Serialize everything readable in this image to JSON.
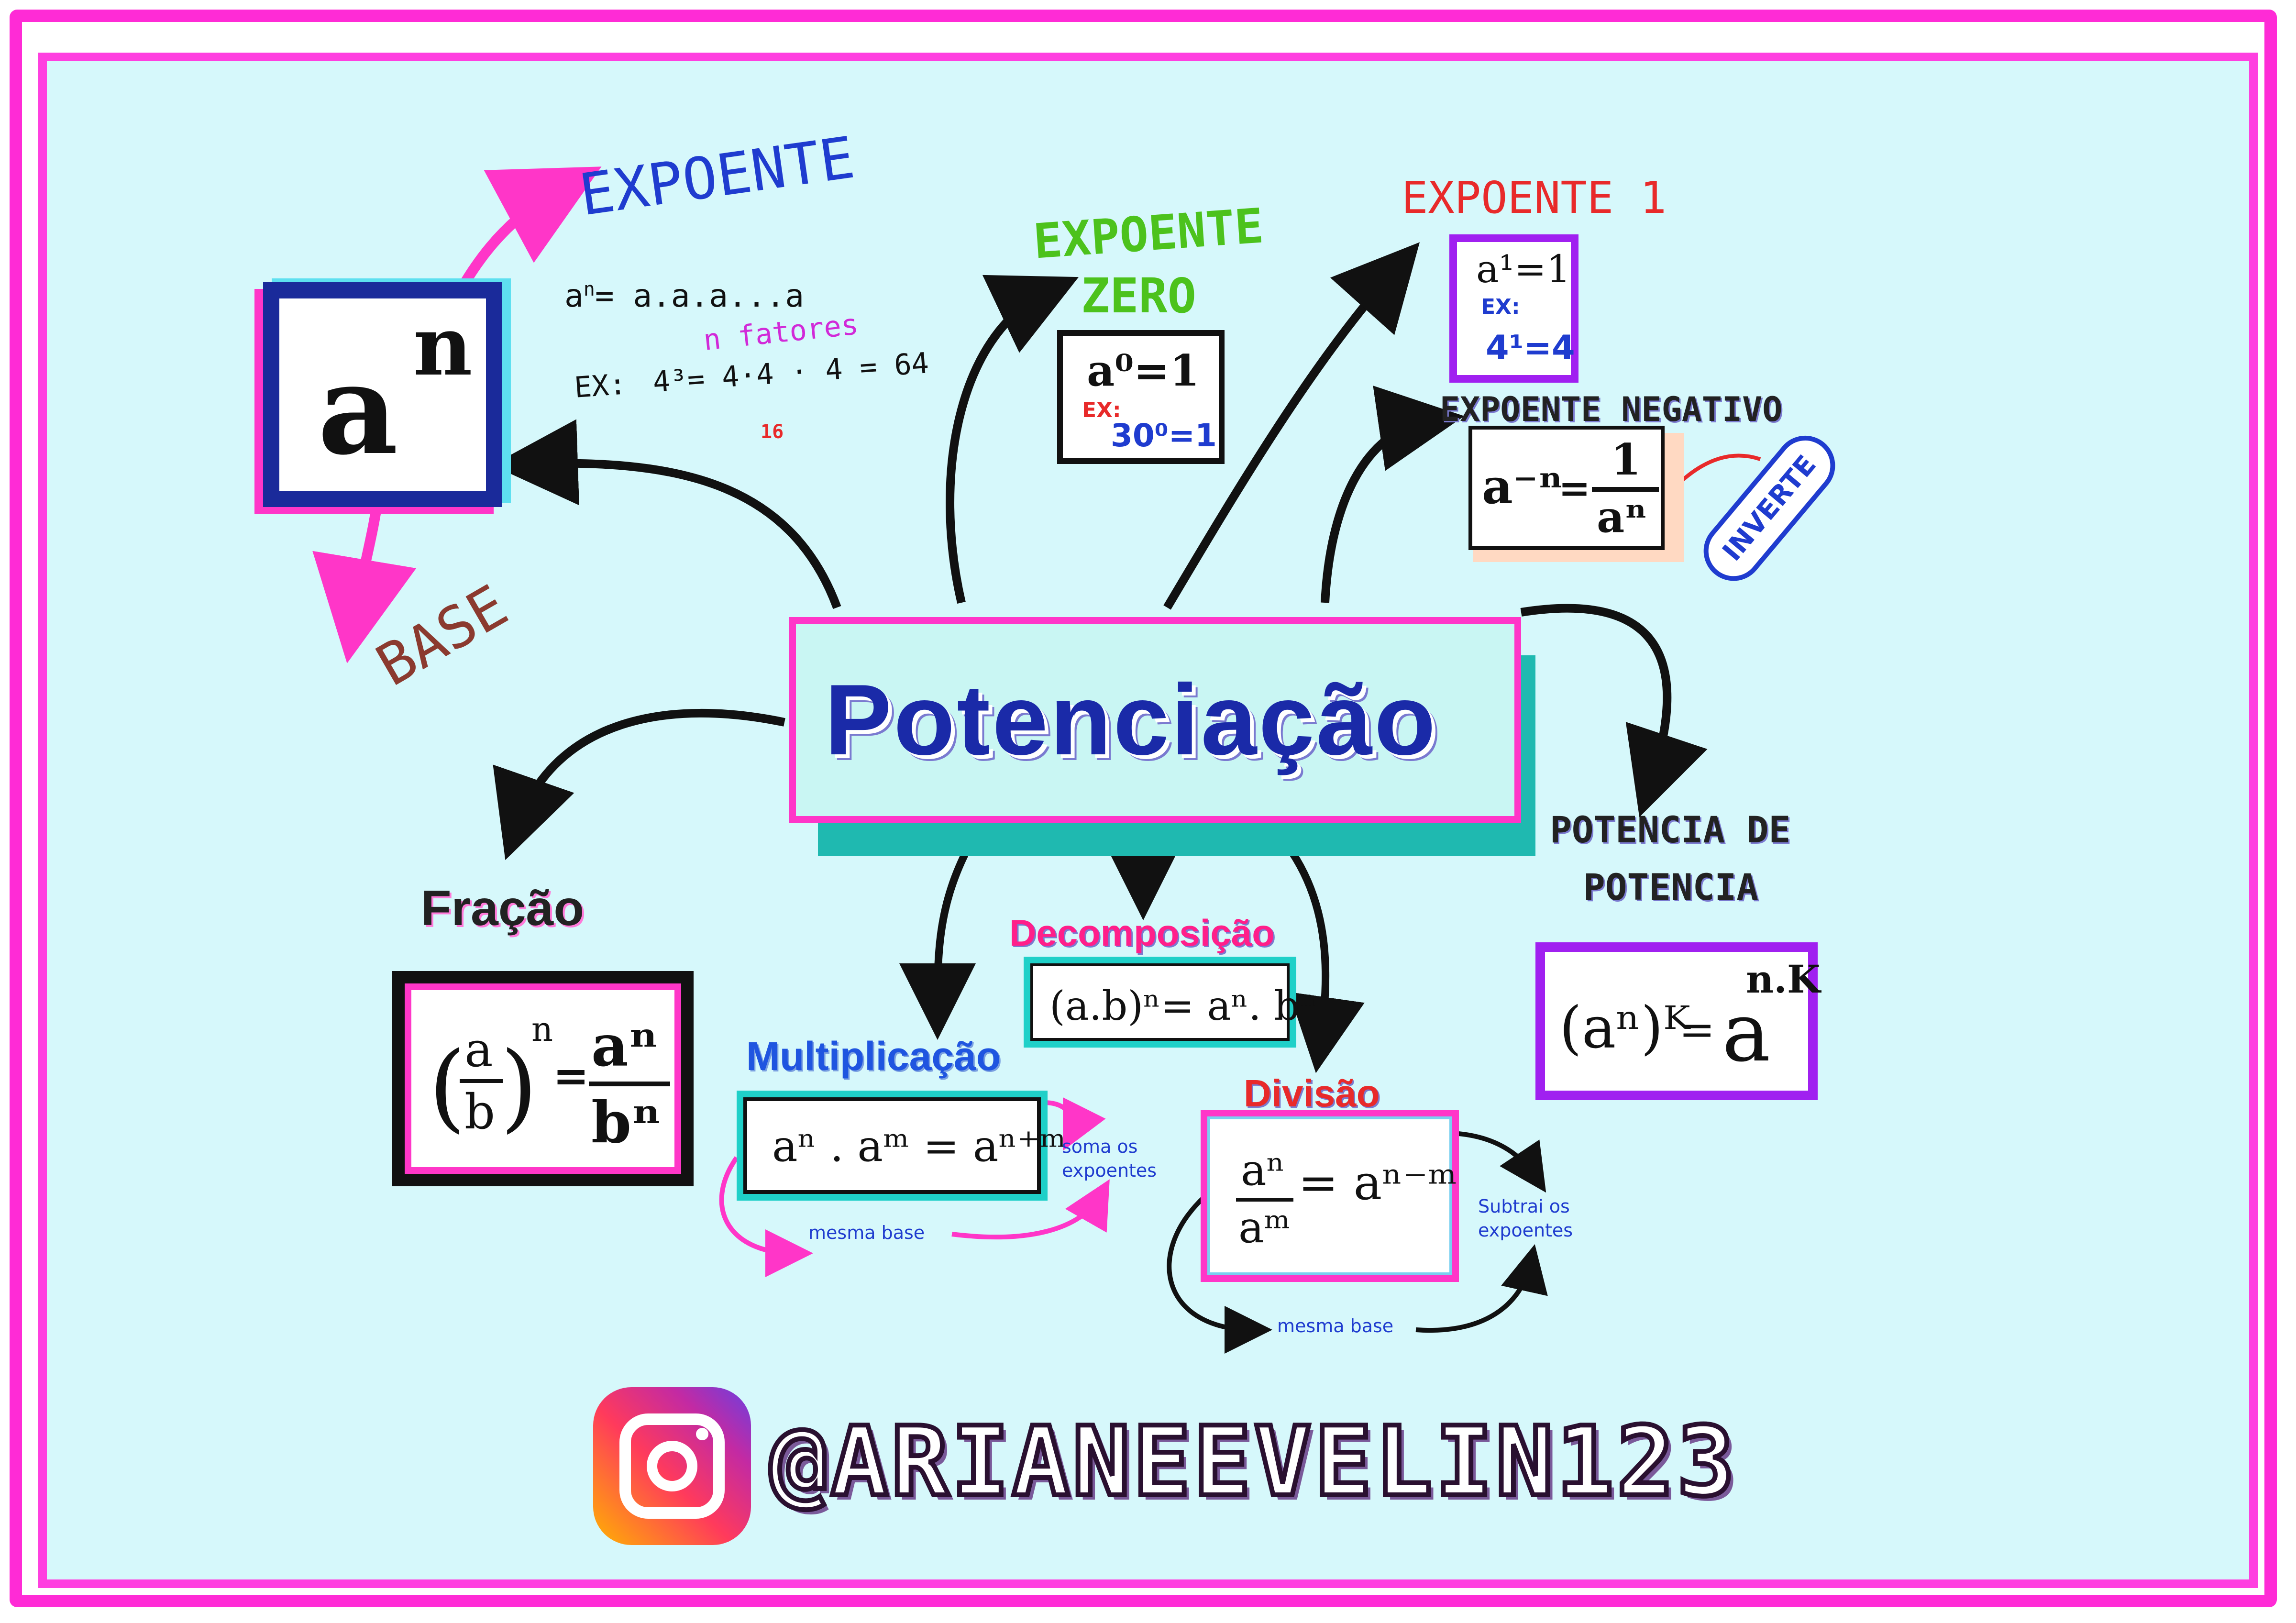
{
  "title": "Potenciação",
  "basic_notation": {
    "base_letter": "a",
    "exponent_letter": "n",
    "exponent_label": "EXPOENTE",
    "base_label": "BASE",
    "definition_lhs": "a",
    "definition_lhs_exp": "n",
    "definition_rhs": "= a.a.a...a",
    "factors_label": "n fatores",
    "example_prefix": "EX:",
    "example": "4³= 4·4 · 4 = 64",
    "example_partial": "16"
  },
  "zero_exponent": {
    "label_line1": "EXPOENTE",
    "label_line2": "ZERO",
    "rule": "a⁰=1",
    "example_prefix": "EX:",
    "example": "30⁰=1"
  },
  "exponent_one": {
    "label": "EXPOENTE 1",
    "rule": "a¹=1",
    "example_prefix": "EX:",
    "example": "4¹=4"
  },
  "negative_exponent": {
    "label": "EXPOENTE NEGATIVO",
    "lhs": "a⁻ⁿ",
    "numerator": "1",
    "denominator": "aⁿ",
    "badge": "INVERTE"
  },
  "power_of_power": {
    "label_line1": "POTENCIA DE",
    "label_line2": "POTENCIA",
    "lhs": "(aⁿ)ᴷ",
    "rhs_base": "a",
    "rhs_exp": "n.K"
  },
  "fraction": {
    "label": "Fração",
    "lhs_num": "a",
    "lhs_den": "b",
    "lhs_exp": "n",
    "rhs_num": "aⁿ",
    "rhs_den": "bⁿ"
  },
  "decomposition": {
    "label": "Decomposição",
    "rule": "(a.b)ⁿ= aⁿ. bⁿ"
  },
  "multiplication": {
    "label": "Multiplicação",
    "rule": "aⁿ . aᵐ = aⁿ⁺ᵐ",
    "note_exp": "soma os\nexpoentes",
    "note_exp_line1": "soma os",
    "note_exp_line2": "expoentes",
    "note_base": "mesma base"
  },
  "division": {
    "label": "Divisão",
    "lhs_num": "aⁿ",
    "lhs_den": "aᵐ",
    "rhs": "= aⁿ⁻ᵐ",
    "note_exp_line1": "Subtrai os",
    "note_exp_line2": "expoentes",
    "note_base": "mesma base"
  },
  "footer": {
    "instagram_icon": "instagram-icon",
    "handle": "@ARIANEEVELIN123"
  },
  "colors": {
    "frame": "#ff2bd6",
    "background": "#d6f8fb",
    "title": "#1a2aa8",
    "exponent_label": "#1f3ccf",
    "base_label": "#8b3a2f",
    "zero_label": "#4cc21c",
    "one_label": "#e82a2a",
    "negative_label": "#222222",
    "decomposition_label": "#ff1f8a",
    "multiplication_label": "#1f55e0",
    "division_label": "#e82a2a",
    "pink_accent": "#ff36c8",
    "purple_accent": "#a020f0",
    "teal_accent": "#1fd0c8"
  }
}
